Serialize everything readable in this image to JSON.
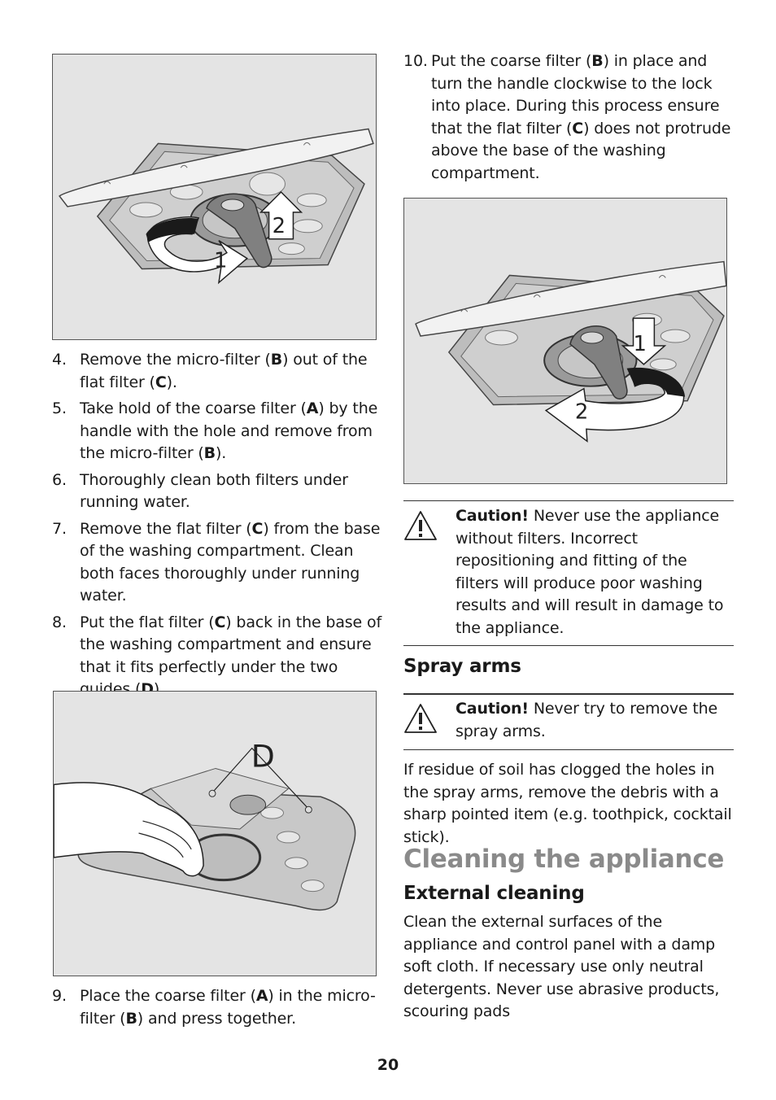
{
  "figures": {
    "fig1": {
      "labels": [
        "1",
        "2"
      ]
    },
    "fig2": {
      "labels": [
        "D"
      ]
    },
    "fig3": {
      "labels": [
        "1",
        "2"
      ]
    }
  },
  "steps_left_top": [
    {
      "num": "4.",
      "segments": [
        {
          "t": "Remove the micro-filter ("
        },
        {
          "t": "B",
          "b": true
        },
        {
          "t": ") out of the flat filter ("
        },
        {
          "t": "C",
          "b": true
        },
        {
          "t": ")."
        }
      ]
    },
    {
      "num": "5.",
      "segments": [
        {
          "t": "Take hold of the coarse filter ("
        },
        {
          "t": "A",
          "b": true
        },
        {
          "t": ") by the handle with the hole and remove from the micro-filter ("
        },
        {
          "t": "B",
          "b": true
        },
        {
          "t": ")."
        }
      ]
    },
    {
      "num": "6.",
      "segments": [
        {
          "t": "Thoroughly clean both filters under running water."
        }
      ]
    },
    {
      "num": "7.",
      "segments": [
        {
          "t": "Remove the flat filter ("
        },
        {
          "t": "C",
          "b": true
        },
        {
          "t": ") from the base of the washing compartment. Clean both faces thoroughly under running water."
        }
      ]
    },
    {
      "num": "8.",
      "segments": [
        {
          "t": "Put the flat filter ("
        },
        {
          "t": "C",
          "b": true
        },
        {
          "t": ") back in the base of the washing compartment and ensure that it fits perfectly under the two guides ("
        },
        {
          "t": "D",
          "b": true
        },
        {
          "t": ")."
        }
      ]
    }
  ],
  "steps_left_bottom": [
    {
      "num": "9.",
      "segments": [
        {
          "t": "Place the coarse filter ("
        },
        {
          "t": "A",
          "b": true
        },
        {
          "t": ") in the micro-filter ("
        },
        {
          "t": "B",
          "b": true
        },
        {
          "t": ") and press together."
        }
      ]
    }
  ],
  "steps_right_top": [
    {
      "num": "10.",
      "segments": [
        {
          "t": "Put the coarse filter ("
        },
        {
          "t": "B",
          "b": true
        },
        {
          "t": ") in place and turn the handle clockwise to the lock into place. During this process ensure that the flat filter ("
        },
        {
          "t": "C",
          "b": true
        },
        {
          "t": ") does not protrude above the base of the washing compartment."
        }
      ]
    }
  ],
  "caution1": {
    "label": "Caution!",
    "text": " Never use the appliance without filters. Incorrect repositioning and fitting of the filters will produce poor washing results and will result in damage to the appliance."
  },
  "spray_arms": {
    "heading": "Spray arms",
    "caution": {
      "label": "Caution!",
      "text": " Never try to remove the spray arms."
    },
    "paragraph": "If residue of soil has clogged the holes in the spray arms, remove the debris with a sharp pointed item (e.g. toothpick, cocktail stick)."
  },
  "cleaning": {
    "heading": "Cleaning the appliance",
    "subheading": "External cleaning",
    "paragraph": "Clean the external surfaces of the appliance and control panel with a damp soft cloth. If necessary use only neutral detergents. Never use abrasive products, scouring pads"
  },
  "page_number": "20",
  "colors": {
    "figure_bg": "#e4e4e4",
    "heading_gray": "#8a8a8a",
    "text": "#1a1a1a"
  }
}
